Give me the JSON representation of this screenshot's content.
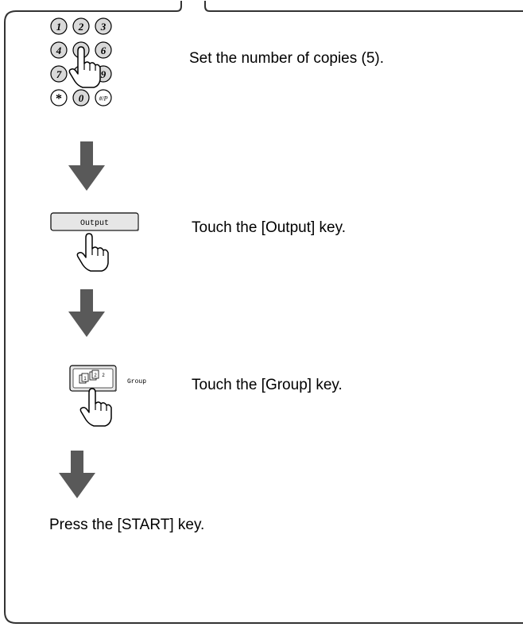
{
  "keypad": {
    "keys": [
      "1",
      "2",
      "3",
      "4",
      "5",
      "6",
      "7",
      "8",
      "9",
      "*",
      "0",
      "#/P"
    ]
  },
  "steps": [
    {
      "text": "Set the number of copies (5)."
    },
    {
      "text": "Touch the [Output] key."
    },
    {
      "text": "Touch the [Group] key."
    },
    {
      "text": "Press the [START] key."
    }
  ],
  "output_button": {
    "label": "Output"
  },
  "group_button": {
    "label": "Group"
  },
  "colors": {
    "arrow": "#595959",
    "key_fill": "#d9d9d9",
    "button_fill": "#e6e6e6",
    "frame": "#333333"
  }
}
